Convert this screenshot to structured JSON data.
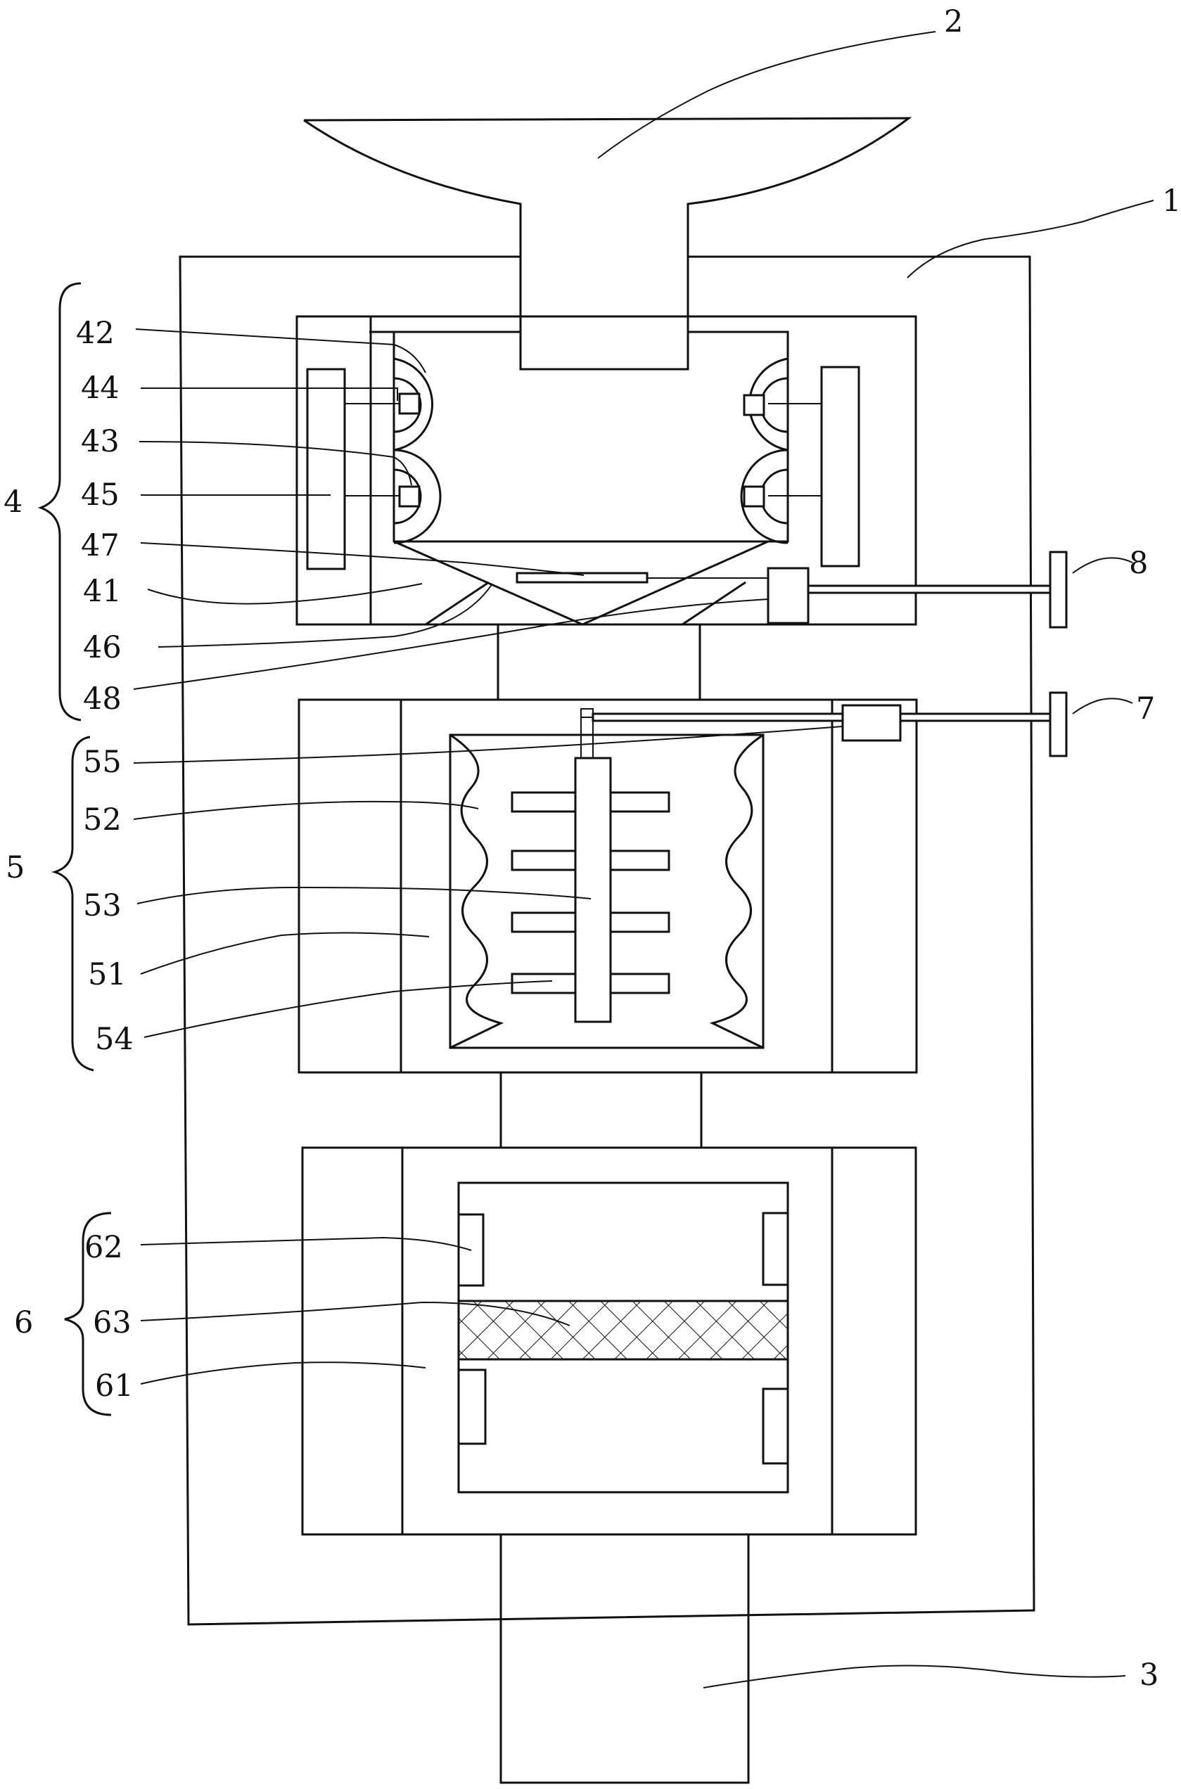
{
  "figure": {
    "labels": {
      "l1": "1",
      "l2": "2",
      "l3": "3",
      "l4": "4",
      "l5": "5",
      "l6": "6",
      "l7": "7",
      "l8": "8",
      "l41": "41",
      "l42": "42",
      "l43": "43",
      "l44": "44",
      "l45": "45",
      "l46": "46",
      "l47": "47",
      "l48": "48",
      "l51": "51",
      "l52": "52",
      "l53": "53",
      "l54": "54",
      "l55": "55",
      "l61": "61",
      "l62": "62",
      "l63": "63"
    }
  }
}
